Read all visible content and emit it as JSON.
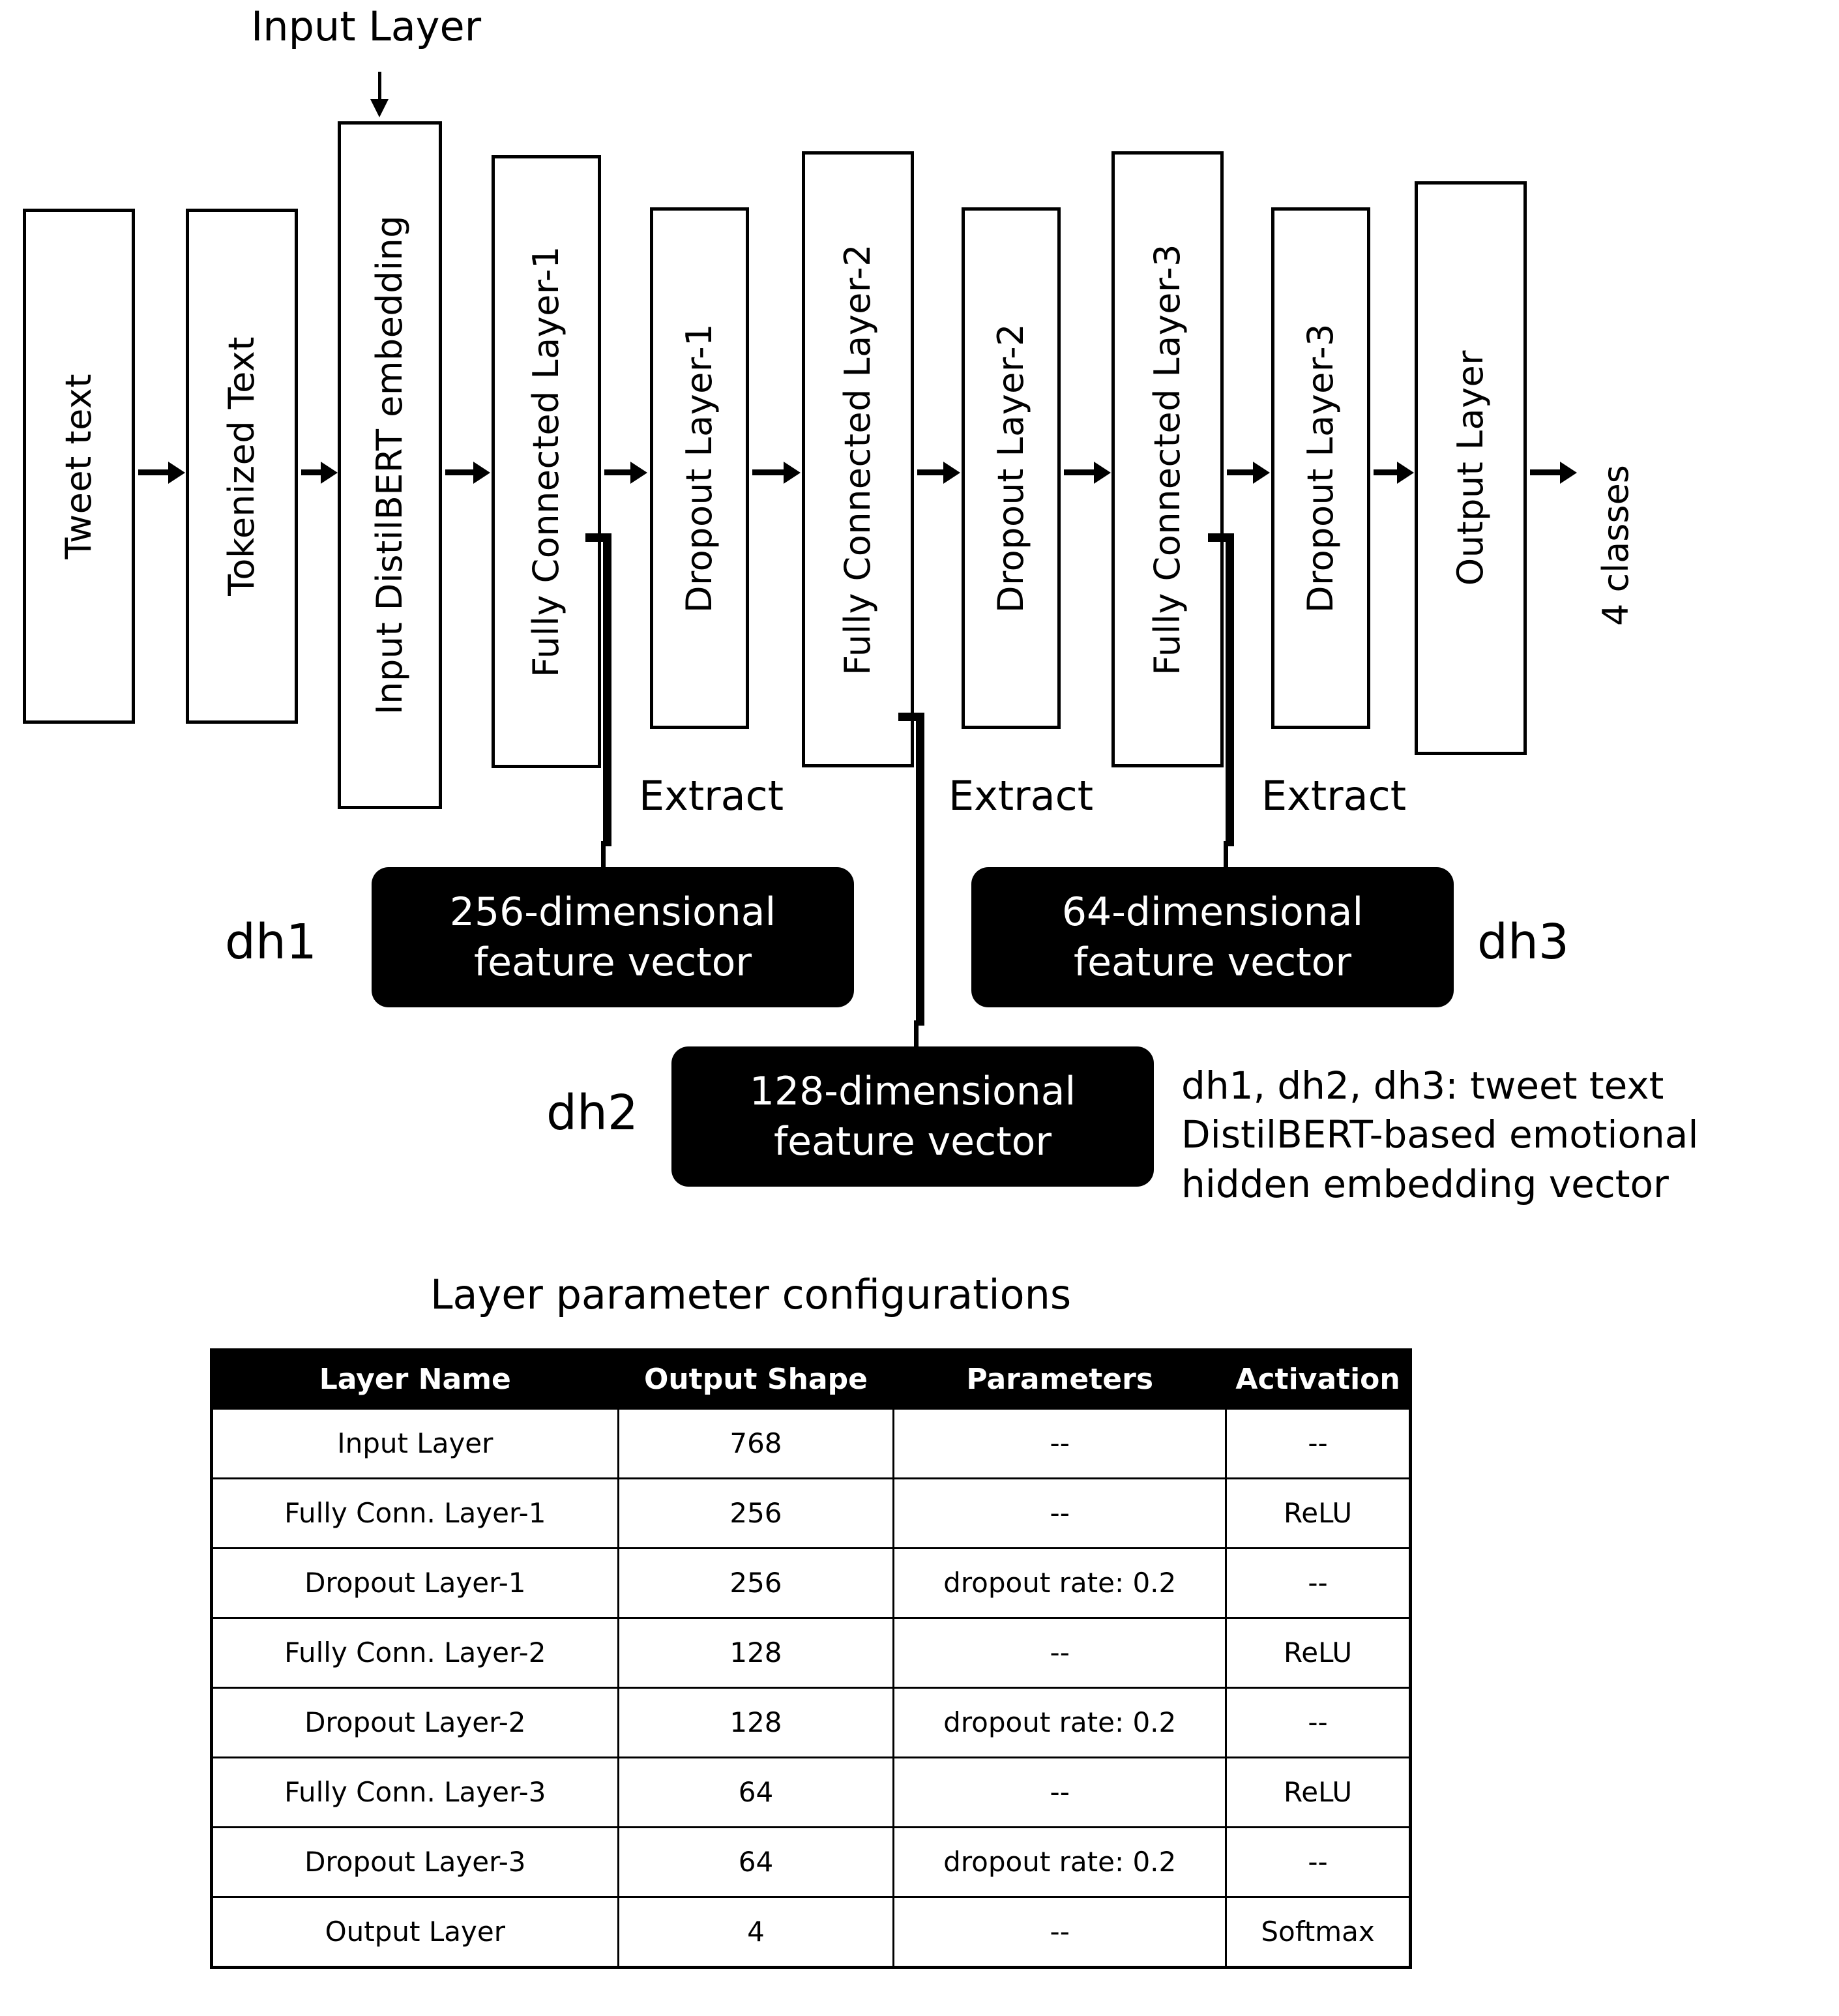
{
  "flow": {
    "input_layer_caption": "Input Layer",
    "output_caption": "4 classes",
    "extract_label": "Extract",
    "boxes": [
      {
        "label": "Tweet text"
      },
      {
        "label": "Tokenized Text"
      },
      {
        "label": "Input DistilBERT embedding"
      },
      {
        "label": "Fully Connected Layer-1"
      },
      {
        "label": "Dropout Layer-1"
      },
      {
        "label": "Fully Connected Layer-2"
      },
      {
        "label": "Dropout Layer-2"
      },
      {
        "label": "Fully Connected Layer-3"
      },
      {
        "label": "Dropout Layer-3"
      },
      {
        "label": "Output Layer"
      }
    ]
  },
  "vectors": {
    "dh1": {
      "tag": "dh1",
      "line1": "256-dimensional",
      "line2": "feature vector"
    },
    "dh2": {
      "tag": "dh2",
      "line1": "128-dimensional",
      "line2": "feature vector"
    },
    "dh3": {
      "tag": "dh3",
      "line1": "64-dimensional",
      "line2": "feature vector"
    }
  },
  "legend": {
    "text": "dh1, dh2, dh3: tweet text\nDistilBERT-based emotional\nhidden embedding vector"
  },
  "table": {
    "title": "Layer parameter configurations",
    "headers": [
      "Layer Name",
      "Output Shape",
      "Parameters",
      "Activation"
    ],
    "rows": [
      [
        "Input Layer",
        "768",
        "--",
        "--"
      ],
      [
        "Fully Conn. Layer-1",
        "256",
        "--",
        "ReLU"
      ],
      [
        "Dropout Layer-1",
        "256",
        "dropout rate: 0.2",
        "--"
      ],
      [
        "Fully Conn. Layer-2",
        "128",
        "--",
        "ReLU"
      ],
      [
        "Dropout Layer-2",
        "128",
        "dropout rate: 0.2",
        "--"
      ],
      [
        "Fully Conn. Layer-3",
        "64",
        "--",
        "ReLU"
      ],
      [
        "Dropout Layer-3",
        "64",
        "dropout rate: 0.2",
        "--"
      ],
      [
        "Output Layer",
        "4",
        "--",
        "Softmax"
      ]
    ]
  },
  "colors": {
    "ink": "#000000",
    "paper": "#ffffff",
    "pill_fill": "#000000",
    "pill_text": "#ffffff"
  }
}
